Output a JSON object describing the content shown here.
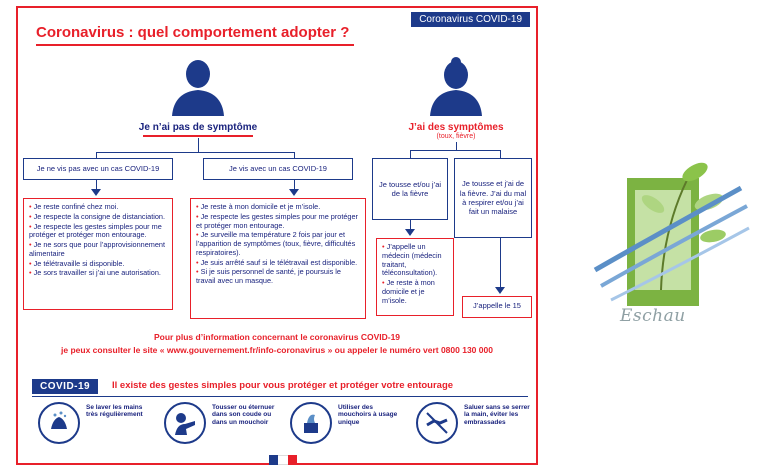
{
  "poster": {
    "tag": "Coronavirus COVID-19",
    "title": "Coronavirus : quel comportement adopter ?",
    "no_symptom": {
      "heading": "Je n’ai pas de symptôme",
      "branch_left": "Je ne vis pas avec un cas COVID-19",
      "branch_right": "Je vis avec un cas COVID-19",
      "left_items": [
        "Je reste confiné chez moi.",
        "Je respecte la consigne de distanciation.",
        "Je respecte les gestes simples pour me protéger et protéger mon entourage.",
        "Je ne sors que pour l’approvisionnement alimentaire",
        "Je télétravaille si disponible.",
        "Je sors travailler si j’ai une autorisation."
      ],
      "right_items": [
        "Je reste à mon domicile et je m’isole.",
        "Je respecte les gestes simples pour me protéger et protéger mon entourage.",
        "Je surveille ma température 2 fois par jour et l’apparition de symptômes (toux, fièvre, difficultés respiratoires).",
        "Je suis arrêté sauf si le télétravail est disponible.",
        "Si je suis personnel de santé, je poursuis le travail avec un masque."
      ]
    },
    "symptoms": {
      "heading": "J’ai des symptômes",
      "sub": "(toux, fièvre)",
      "branch_left": "Je tousse et/ou j’ai de la fièvre",
      "branch_right": "Je tousse et j’ai de la fièvre. J’ai du mal à respirer et/ou j’ai fait un malaise",
      "left_items": [
        "J’appelle un médecin (médecin traitant, téléconsultation).",
        "Je reste à mon domicile et je m’isole."
      ],
      "right_action": "J’appelle le 15"
    },
    "info_line1": "Pour plus d’information concernant le coronavirus COVID-19",
    "info_line2": "je peux consulter le site « www.gouvernement.fr/info-coronavirus » ou appeler le numéro vert 0800 130 000",
    "covid_tag": "COVID-19",
    "gestures_title": "Il existe des gestes simples pour vous protéger et protéger votre entourage",
    "gestures": [
      {
        "icon": "hand-washing-icon",
        "text": "Se laver les mains très régulièrement"
      },
      {
        "icon": "sneeze-elbow-icon",
        "text": "Tousser ou éternuer dans son coude ou dans un mouchoir"
      },
      {
        "icon": "tissue-icon",
        "text": "Utiliser des mouchoirs à usage unique"
      },
      {
        "icon": "no-handshake-icon",
        "text": "Saluer sans se serrer la main, éviter les embrassades"
      }
    ]
  },
  "logo": {
    "text": "Eschau"
  },
  "colors": {
    "navy": "#1d3a8a",
    "red": "#e8202a",
    "logo_green": "#7cb342",
    "logo_blue": "#5b8fc7"
  }
}
